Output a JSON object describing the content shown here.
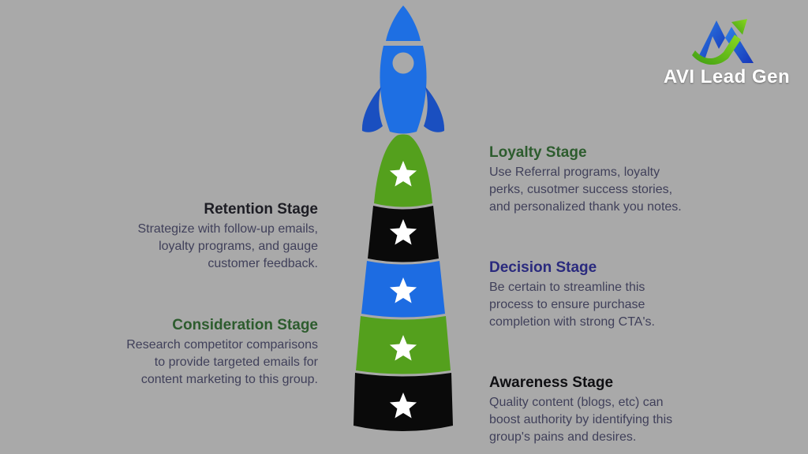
{
  "meta": {
    "background_color": "#a9a9a9",
    "body_text_color": "#40405a"
  },
  "logo": {
    "text": "AVI Lead Gen",
    "text_color": "#ffffff",
    "icon": "logo-arrow-icon",
    "icon_blue": "#1f53d4",
    "icon_green": "#5fb614"
  },
  "rocket": {
    "icon": "rocket-icon",
    "body_color": "#1e6fe3",
    "fin_color": "#1a4fc0",
    "window_color": "#a9a9a9"
  },
  "funnel": {
    "star_icon": "star-icon",
    "star_color": "#ffffff",
    "segments": [
      {
        "stage": "Loyalty",
        "color": "#54a01d"
      },
      {
        "stage": "Retention",
        "color": "#0a0a0a"
      },
      {
        "stage": "Decision",
        "color": "#1d6ce2"
      },
      {
        "stage": "Consideration",
        "color": "#54a01d"
      },
      {
        "stage": "Awareness",
        "color": "#0a0a0a"
      }
    ]
  },
  "stages": [
    {
      "title": "Loyalty Stage",
      "title_color": "#2d5c2e",
      "side": "right",
      "description": "Use Referral programs, loyalty\nperks, cusotmer success stories,\nand personalized thank you notes."
    },
    {
      "title": "Retention Stage",
      "title_color": "#1d1d24",
      "side": "left",
      "description": "Strategize with follow-up emails,\nloyalty programs, and gauge\ncustomer feedback."
    },
    {
      "title": "Decision Stage",
      "title_color": "#2a2a7e",
      "side": "right",
      "description": "Be certain to streamline this\nprocess to ensure purchase\ncompletion with strong CTA's."
    },
    {
      "title": "Consideration Stage",
      "title_color": "#2d5c2e",
      "side": "left",
      "description": "Research competitor comparisons\nto provide targeted emails for\ncontent marketing to this group."
    },
    {
      "title": "Awareness Stage",
      "title_color": "#0f0f12",
      "side": "right",
      "description": "Quality content (blogs, etc) can\nboost authority by identifying this\ngroup's pains and desires."
    }
  ]
}
